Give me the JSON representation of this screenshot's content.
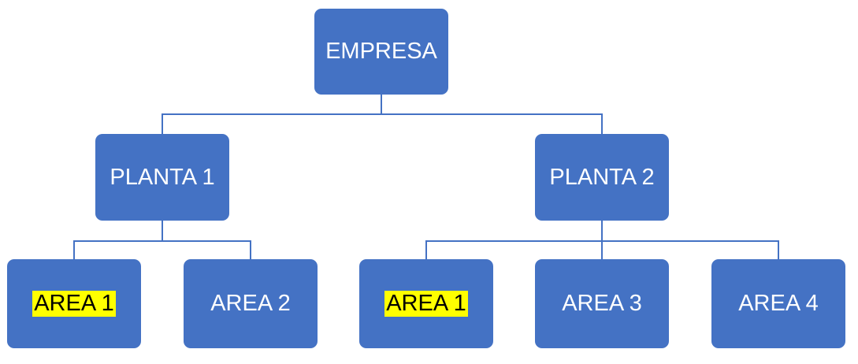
{
  "colors": {
    "node_fill": "#4472C4",
    "connector": "#4472C4",
    "highlight": "#FFFF00"
  },
  "root": {
    "label": "EMPRESA"
  },
  "plants": [
    {
      "label": "PLANTA 1",
      "areas": [
        {
          "label": "AREA 1",
          "highlighted": true
        },
        {
          "label": "AREA 2",
          "highlighted": false
        }
      ]
    },
    {
      "label": "PLANTA 2",
      "areas": [
        {
          "label": "AREA 1",
          "highlighted": true
        },
        {
          "label": "AREA 3",
          "highlighted": false
        },
        {
          "label": "AREA 4",
          "highlighted": false
        }
      ]
    }
  ]
}
